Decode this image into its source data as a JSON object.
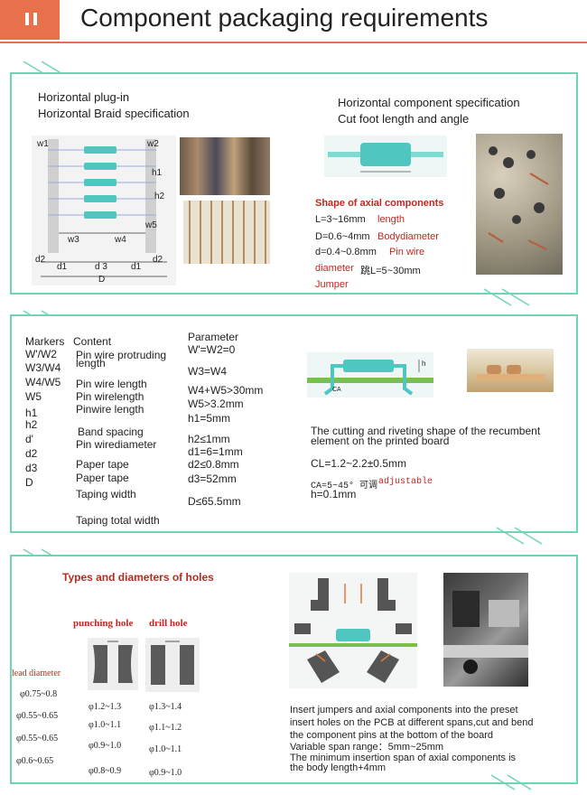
{
  "header": {
    "title": "Component packaging requirements",
    "accent_color": "#e8714c",
    "panel_border_color": "#6fd6b3"
  },
  "section1": {
    "left_title_1": "Horizontal plug-in",
    "left_title_2": "Horizontal Braid specification",
    "right_title_1": "Horizontal component specification",
    "right_title_2": "Cut foot length and angle",
    "diagram_labels": {
      "w1": "w1",
      "w2": "w2",
      "h1": "h1",
      "h2": "h2",
      "w5": "w5",
      "w3": "w3",
      "w4": "w4",
      "d2_left": "d2",
      "d1_left": "d1",
      "d3": "d 3",
      "d1_right": "d1",
      "d2_right": "d2",
      "D": "D"
    },
    "axial_title": "Shape of axial components",
    "axial_L_value": "L=3~16mm",
    "axial_L_label": "length",
    "axial_D_value": "D=0.6~4mm",
    "axial_D_label": "Bodydiameter",
    "axial_d_value": "d=0.4~0.8mm",
    "axial_d_label": "Pin wire",
    "axial_jump_label1": "diameter",
    "axial_jump_value": "跳L=5~30mm",
    "axial_jump_label2": "Jumper"
  },
  "section2": {
    "col_markers_header": "Markers",
    "col_content_header": "Content",
    "col_parameter_header": "Parameter",
    "markers": [
      "W'/W2",
      "W3/W4",
      "W4/W5",
      "W5",
      "h1",
      "h2",
      "d'",
      "d2",
      "d3",
      "D"
    ],
    "contents": {
      "pin_protruding_1": "Pin wire protruding",
      "pin_protruding_2": "length",
      "pin_wire_length": "Pin wire length",
      "pin_wirelength": "Pin wirelength",
      "pinwire_length": "Pinwire length",
      "band_spacing": "Band  spacing",
      "pin_wirediameter": "Pin wirediameter",
      "paper_tape_1": "Paper tape",
      "paper_tape_2": "Paper tape",
      "taping_width": "Taping width",
      "taping_total_width": "Taping total width"
    },
    "parameters": {
      "p1": "W'=W2=0",
      "p2": "W3=W4",
      "p3": "W4+W5>30mm",
      "p4": "W5>3.2mm",
      "p5": "h1=5mm",
      "p6": "h2≤1mm",
      "p7": "d1=6=1mm",
      "p8": "d2≤0.8mm",
      "p9": "d3=52mm",
      "p10": "D≤65.5mm"
    },
    "rivet_desc_1": "The cutting and riveting shape of the recumbent",
    "rivet_desc_2": "element on the printed board",
    "cl_value": "CL=1.2~2.2±0.5mm",
    "ca_value": "CA=5~45° 可调",
    "ca_adjustable": "adjustable",
    "h_value": "h=0.1mm",
    "diagram_h": "h",
    "diagram_ca": "CA"
  },
  "section3": {
    "title": "Types and diameters of holes",
    "punching_hole": "punching  hole",
    "drill_hole": "drill hole",
    "lead_diameter": "lead  diameter",
    "lead_values": [
      "φ0.75~0.8",
      "φ0.55~0.65",
      "φ0.55~0.65",
      "φ0.6~0.65"
    ],
    "punch_values": [
      "φ1.2~1.3",
      "φ1.0~1.1",
      "φ0.9~1.0",
      "φ0.8~0.9"
    ],
    "drill_values": [
      "φ1.3~1.4",
      "φ1.1~1.2",
      "φ1.0~1.1",
      "φ0.9~1.0"
    ],
    "desc_1": "Insert jumpers and axial components into the preset",
    "desc_2": "insert holes on the PCB at different   spans,cut and bend",
    "desc_3": "the component pins at the bottom of the board",
    "desc_4": "Variable span range：5mm~25mm",
    "desc_5": "The minimum insertion span of axial components is",
    "desc_6": "the body length+4mm"
  }
}
